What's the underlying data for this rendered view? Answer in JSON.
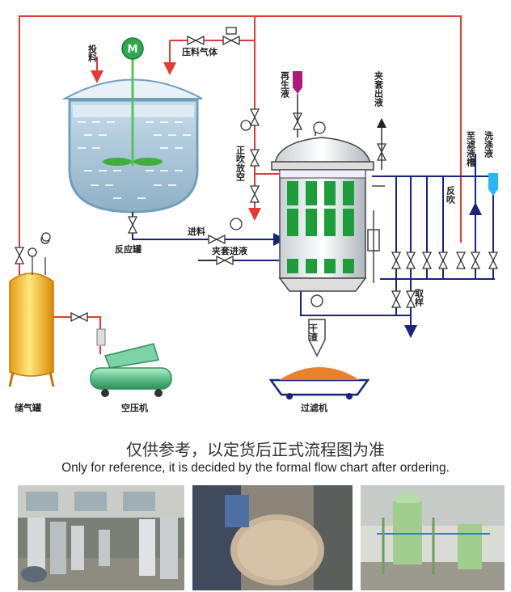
{
  "labels": {
    "feed": "投料",
    "motor": "M",
    "press_gas": "压料气体",
    "regen": "再生液",
    "jacket_out": "夹套出液",
    "to_tank": "至滤液槽",
    "wash": "洗涤液",
    "forward_blow": "正吹放空",
    "reverse_blow": "反吹",
    "inlet": "进料",
    "reactor": "反应罐",
    "jacket_in": "夹套进液",
    "sampling": "取样",
    "dry_slag": "干渣",
    "gas_tank": "储气罐",
    "compressor": "空压机",
    "filter": "过滤机"
  },
  "captions": {
    "cn": "仅供参考，以定货后正式流程图为准",
    "en": "Only for reference, it is decided by the formal flow chart after ordering."
  },
  "colors": {
    "red_line": "#e53935",
    "blue_line": "#1a237e",
    "vessel_blue": "#7fb3d5",
    "green_element": "#1e9e3a",
    "tank_yellow": "#f5b820",
    "compressor_green": "#4caf80",
    "slag_orange": "#e8822a",
    "regen_magenta": "#b0187a",
    "wash_cyan": "#29b6f6"
  }
}
